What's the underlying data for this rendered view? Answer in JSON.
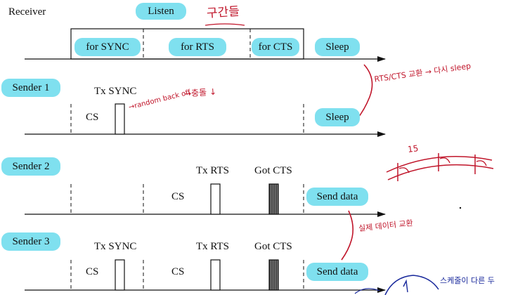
{
  "diagram": {
    "rows": [
      {
        "name": "Receiver"
      },
      {
        "name": "Sender 1"
      },
      {
        "name": "Sender 2"
      },
      {
        "name": "Sender 3"
      }
    ],
    "listen_label": "Listen",
    "receiver_phases": {
      "sync": "for SYNC",
      "rts": "for RTS",
      "cts": "for CTS"
    },
    "sleep_label": "Sleep",
    "cs_label": "CS",
    "tx_sync_label": "Tx SYNC",
    "tx_rts_label": "Tx RTS",
    "got_cts_label": "Got CTS",
    "send_data_label": "Send data"
  },
  "annotations": {
    "intervals": "구간들",
    "rts_cts_exchange": "RTS/CTS 교환 → 다시 sleep",
    "random_backoff": "→random back off",
    "collision": "→충돌 ↓",
    "data_exchange": "실제 데이터 교환",
    "schedule_note": "스케줄이 다른 두",
    "frame_number": "15"
  },
  "colors": {
    "highlight": "#7fe0ef",
    "ink": "#c0152a",
    "pen_blue": "#1a2a9c"
  }
}
